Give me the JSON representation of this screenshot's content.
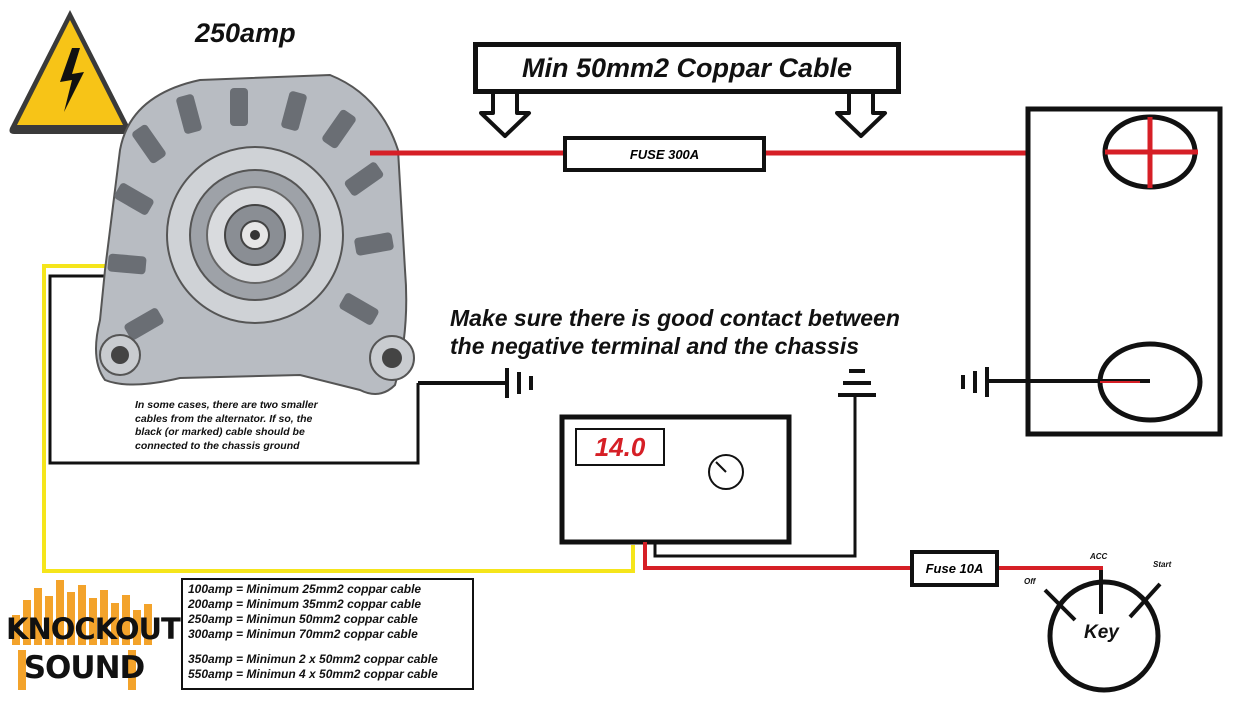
{
  "title": "Min 50mm2 Coppar Cable",
  "alternator_rating": "250amp",
  "fuse_main": "FUSE 300A",
  "fuse_small": "Fuse 10A",
  "contact_note": [
    "Make sure there is good contact between",
    "the negative terminal and the chassis"
  ],
  "alternator_note": [
    "In some cases, there are two smaller",
    "cables from the alternator. If so, the",
    "black (or marked) cable should be",
    "connected to the chassis ground"
  ],
  "voltage_reading": "14.0",
  "key": {
    "label": "Key",
    "positions": {
      "off": "Off",
      "acc": "ACC",
      "start": "Start"
    }
  },
  "cable_table": [
    "100amp = Minimum 25mm2 coppar cable",
    "200amp = Minimum 35mm2 coppar cable",
    "250amp = Minimun 50mm2 coppar cable",
    "300amp = Minimun 70mm2 coppar cable",
    "350amp = Minimun 2 x 50mm2 coppar cable",
    "550amp = Minimun 4 x 50mm2 coppar cable"
  ],
  "logo": [
    "KNOCKOUT",
    "SOUND"
  ],
  "icons": [
    "high-voltage-warning-icon",
    "alternator-image",
    "battery",
    "ground-symbol",
    "voltmeter",
    "ignition-key-switch"
  ],
  "colors": {
    "positive_wire": "#d61f26",
    "yellow_wire": "#f5e51b",
    "warning_yellow": "#f7c417",
    "logo_orange": "#f3a32b"
  }
}
